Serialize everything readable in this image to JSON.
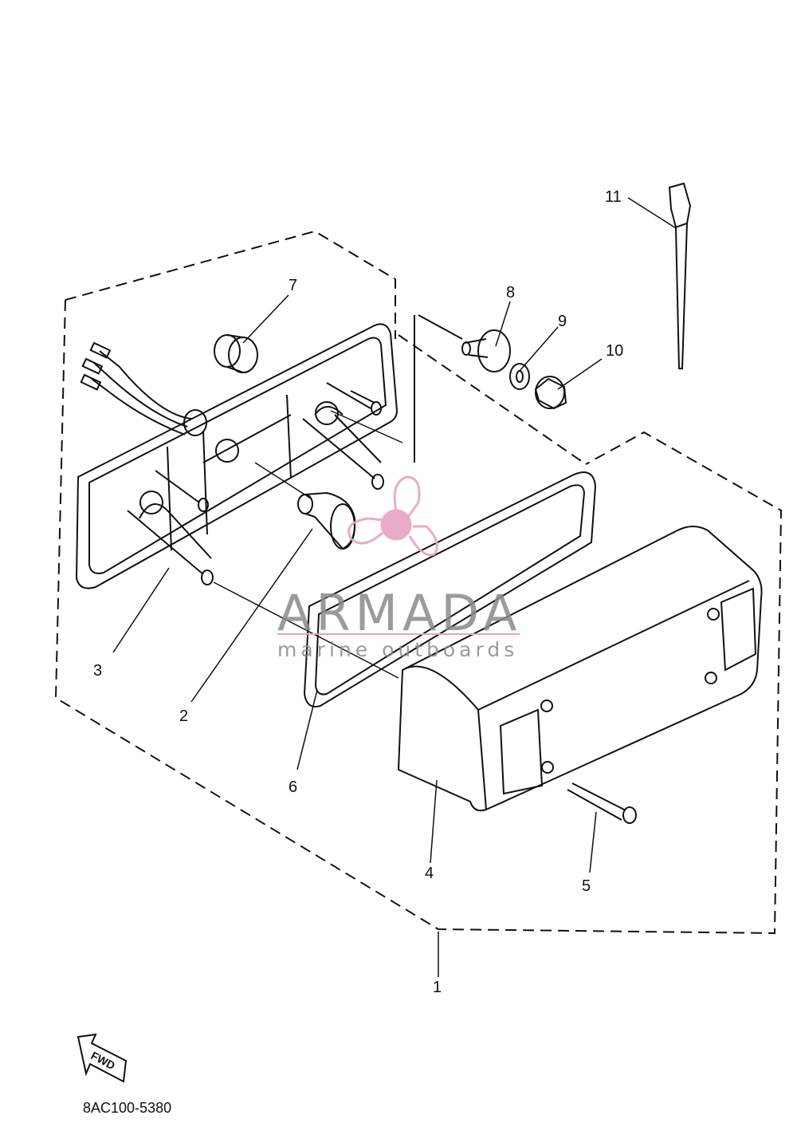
{
  "diagram": {
    "callouts": [
      {
        "id": "1",
        "label": "1"
      },
      {
        "id": "2",
        "label": "2"
      },
      {
        "id": "3",
        "label": "3"
      },
      {
        "id": "4",
        "label": "4"
      },
      {
        "id": "5",
        "label": "5"
      },
      {
        "id": "6",
        "label": "6"
      },
      {
        "id": "7",
        "label": "7"
      },
      {
        "id": "8",
        "label": "8"
      },
      {
        "id": "9",
        "label": "9"
      },
      {
        "id": "10",
        "label": "10"
      },
      {
        "id": "11",
        "label": "11"
      }
    ],
    "fwd_label": "FWD",
    "drawing_code": "8AC100-5380"
  },
  "watermark": {
    "title": "ARMADA",
    "subtitle": "marine outboards",
    "accent_color": "#e7a3c3",
    "text_color": "#8a8a8a"
  }
}
